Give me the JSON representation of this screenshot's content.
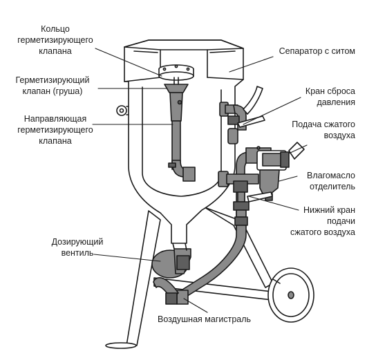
{
  "labels": {
    "ring": "Кольцо\nгерметизирующего\nклапана",
    "valve": "Герметизирующий\nклапан (груша)",
    "guide": "Направляющая\nгерметизирующего\nклапана",
    "separator": "Сепаратор с ситом",
    "relief": "Кран сброса\nдавления",
    "air_supply": "Подача сжатого\nвоздуха",
    "moisture_sep": "Влагомасло\nотделитель",
    "lower_valve": "Нижний кран\nподачи\nсжатого воздуха",
    "dosing": "Дозирующий\nвентиль",
    "air_line": "Воздушная магистраль"
  },
  "colors": {
    "outline": "#1a1a1a",
    "pipe_fill": "#8a8a8a",
    "pipe_dark": "#5e5e5e",
    "body_fill": "#ffffff"
  }
}
